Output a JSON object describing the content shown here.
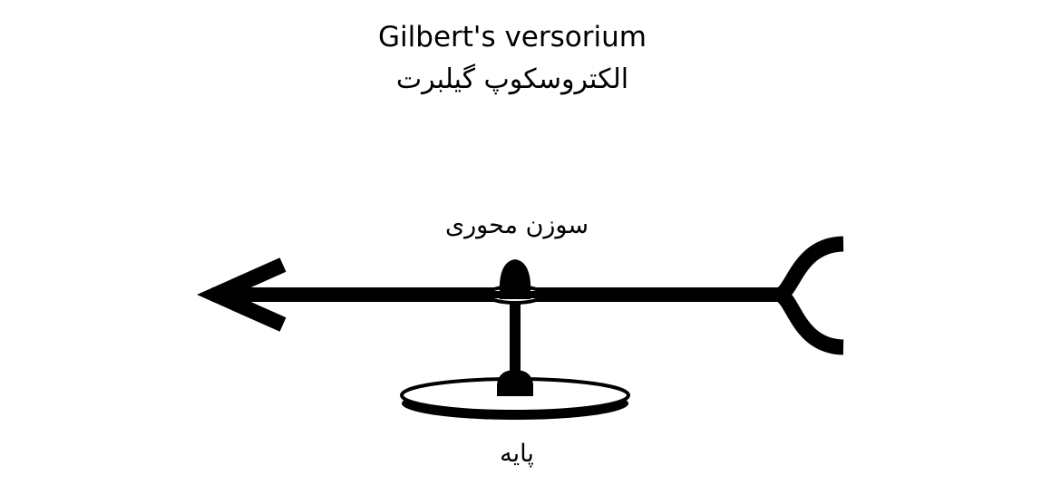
{
  "title": {
    "english": "Gilbert's versorium",
    "persian": "الکتروسکوپ گیلبرت"
  },
  "labels": {
    "needle": "سوزن محوری",
    "base": "پایه"
  },
  "colors": {
    "ink": "#000000",
    "background": "#ffffff"
  }
}
